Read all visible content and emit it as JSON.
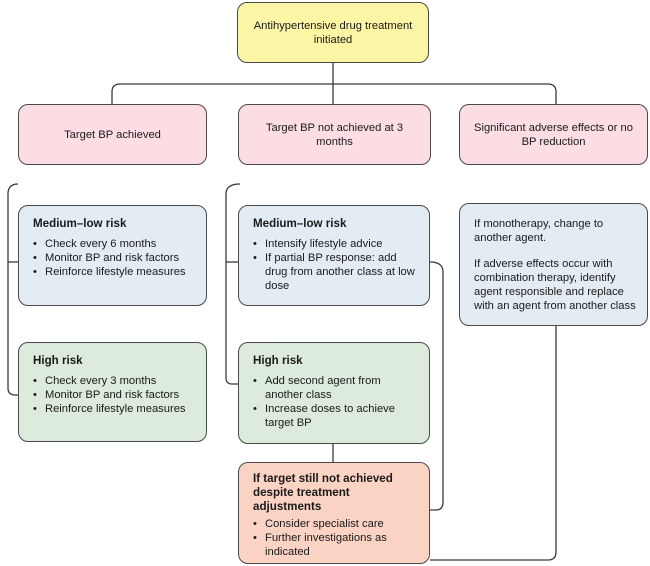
{
  "start": {
    "text": "Antihypertensive drug treatment initiated"
  },
  "outcomes": {
    "achieved": "Target BP achieved",
    "not_achieved": "Target BP not achieved at 3 months",
    "adverse": "Significant adverse effects or no BP reduction"
  },
  "achieved_medium": {
    "heading": "Medium–low risk",
    "items": [
      "Check every 6 months",
      "Monitor BP and risk factors",
      "Reinforce lifestyle measures"
    ]
  },
  "achieved_high": {
    "heading": "High risk",
    "items": [
      "Check every 3 months",
      "Monitor BP and risk factors",
      "Reinforce lifestyle measures"
    ]
  },
  "not_achieved_medium": {
    "heading": "Medium–low risk",
    "items": [
      "Intensify lifestyle advice",
      "If partial BP response: add drug from another class at low dose"
    ]
  },
  "not_achieved_high": {
    "heading": "High risk",
    "items": [
      "Add second agent from another class",
      "Increase doses to achieve target BP"
    ]
  },
  "adverse_action": {
    "paragraphs": [
      "If monotherapy, change to another agent.",
      "If adverse effects occur with combination therapy, identify agent responsible and replace with an agent from another class"
    ]
  },
  "escalation": {
    "heading": "If target still not achieved despite treatment adjustments",
    "items": [
      "Consider specialist care",
      "Further investigations as indicated"
    ]
  },
  "colors": {
    "start": "#fdf5a6",
    "outcome": "#fbdde3",
    "medium_risk": "#e4ecf3",
    "high_risk": "#dcebdc",
    "escalation": "#fbd3c4",
    "line": "#3a3a3a"
  }
}
